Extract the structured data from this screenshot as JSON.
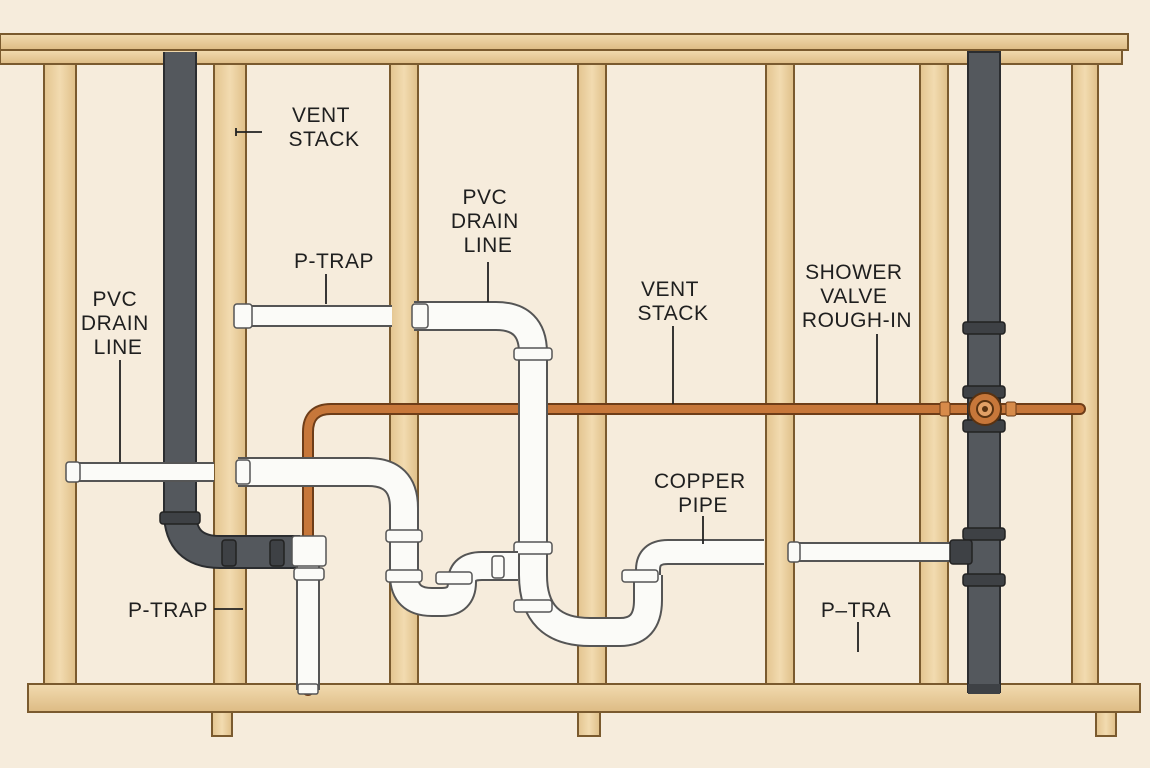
{
  "labels": {
    "vent_stack_top": [
      "VENT",
      "STACK"
    ],
    "pvc_drain_line_center": [
      "PVC",
      "DRAIN",
      "LINE"
    ],
    "p_trap_top": "P-TRAP",
    "pvc_drain_line_left": [
      "PVC",
      "DRAIN",
      "LINE"
    ],
    "vent_stack_mid": [
      "VENT",
      "STACK"
    ],
    "shower_valve": [
      "SHOWER",
      "VALVE",
      "ROUGH-IN"
    ],
    "copper_pipe": [
      "COPPER",
      "PIPE"
    ],
    "p_trap_bottom_left": "P-TRAP",
    "p_tra_bottom_right": "P–TRA"
  },
  "colors": {
    "background": "#f6ecdc",
    "lumber_fill": "#ecd2a2",
    "lumber_stroke": "#7a5a2e",
    "pvc_white": "#fbfbf8",
    "pvc_outline": "#4a4a4a",
    "abs_dark": "#4b4e52",
    "copper": "#c7773a",
    "leader_line": "#222222"
  }
}
